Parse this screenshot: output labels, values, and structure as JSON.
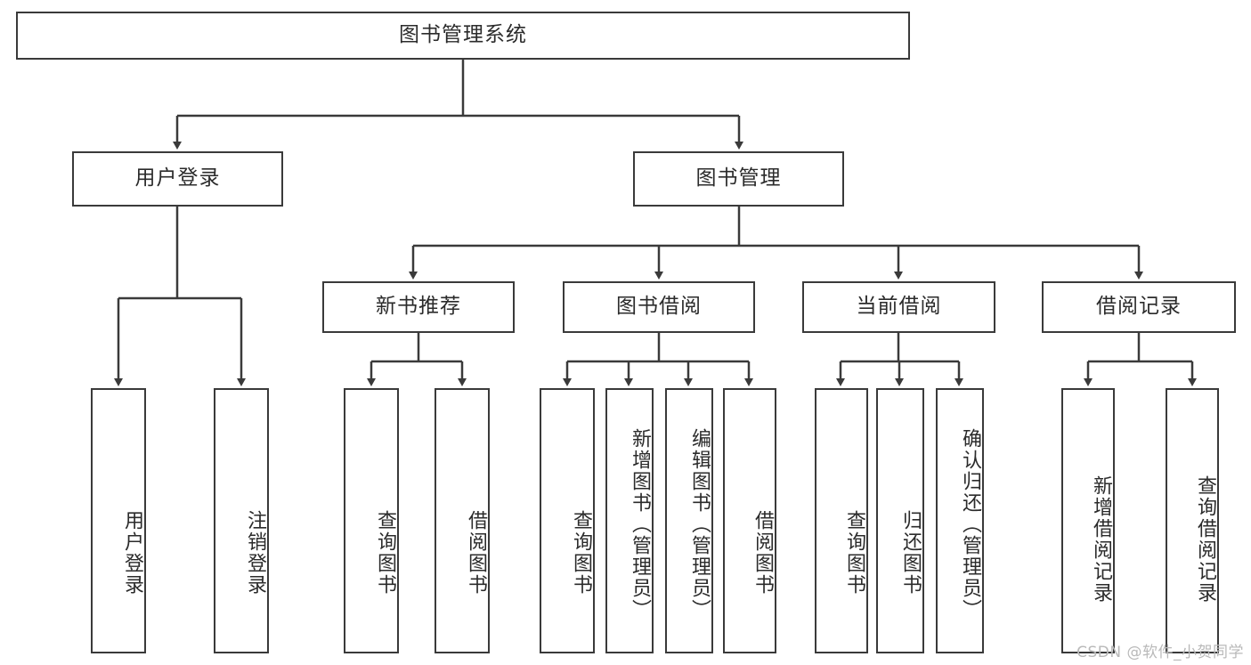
{
  "diagram": {
    "type": "tree-hierarchy",
    "title": "图书管理系统",
    "watermark": "CSDN @软件_小贺同学",
    "colors": {
      "box_border": "#3a3a3a",
      "box_fill": "#ffffff",
      "connector": "#3a3a3a",
      "text": "#2b2b2b",
      "watermark": "#b9b9b9",
      "background": "#ffffff"
    },
    "nodes": {
      "root": {
        "label": "图书管理系统"
      },
      "level2": [
        {
          "id": "user-login",
          "label": "用户登录"
        },
        {
          "id": "book-management",
          "label": "图书管理"
        }
      ],
      "level3": [
        {
          "id": "new-book-recommend",
          "label": "新书推荐"
        },
        {
          "id": "book-borrow",
          "label": "图书借阅"
        },
        {
          "id": "current-borrow",
          "label": "当前借阅"
        },
        {
          "id": "borrow-record",
          "label": "借阅记录"
        }
      ],
      "leaves": [
        {
          "id": "leaf-user-login",
          "label": "用户登录",
          "parent": "user-login"
        },
        {
          "id": "leaf-user-logout",
          "label": "注销登录",
          "parent": "user-login"
        },
        {
          "id": "leaf-query-book-1",
          "label": "查询图书",
          "parent": "new-book-recommend"
        },
        {
          "id": "leaf-borrow-book-1",
          "label": "借阅图书",
          "parent": "new-book-recommend"
        },
        {
          "id": "leaf-query-book-2",
          "label": "查询图书",
          "parent": "book-borrow"
        },
        {
          "id": "leaf-add-book",
          "label": "新增图书（管理员）",
          "parent": "book-borrow"
        },
        {
          "id": "leaf-edit-book",
          "label": "编辑图书（管理员）",
          "parent": "book-borrow"
        },
        {
          "id": "leaf-borrow-book-2",
          "label": "借阅图书",
          "parent": "book-borrow"
        },
        {
          "id": "leaf-query-book-3",
          "label": "查询图书",
          "parent": "current-borrow"
        },
        {
          "id": "leaf-return-book",
          "label": "归还图书",
          "parent": "current-borrow"
        },
        {
          "id": "leaf-confirm-return",
          "label": "确认归还（管理员）",
          "parent": "current-borrow"
        },
        {
          "id": "leaf-add-record",
          "label": "新增借阅记录",
          "parent": "borrow-record"
        },
        {
          "id": "leaf-query-record",
          "label": "查询借阅记录",
          "parent": "borrow-record"
        }
      ]
    }
  }
}
